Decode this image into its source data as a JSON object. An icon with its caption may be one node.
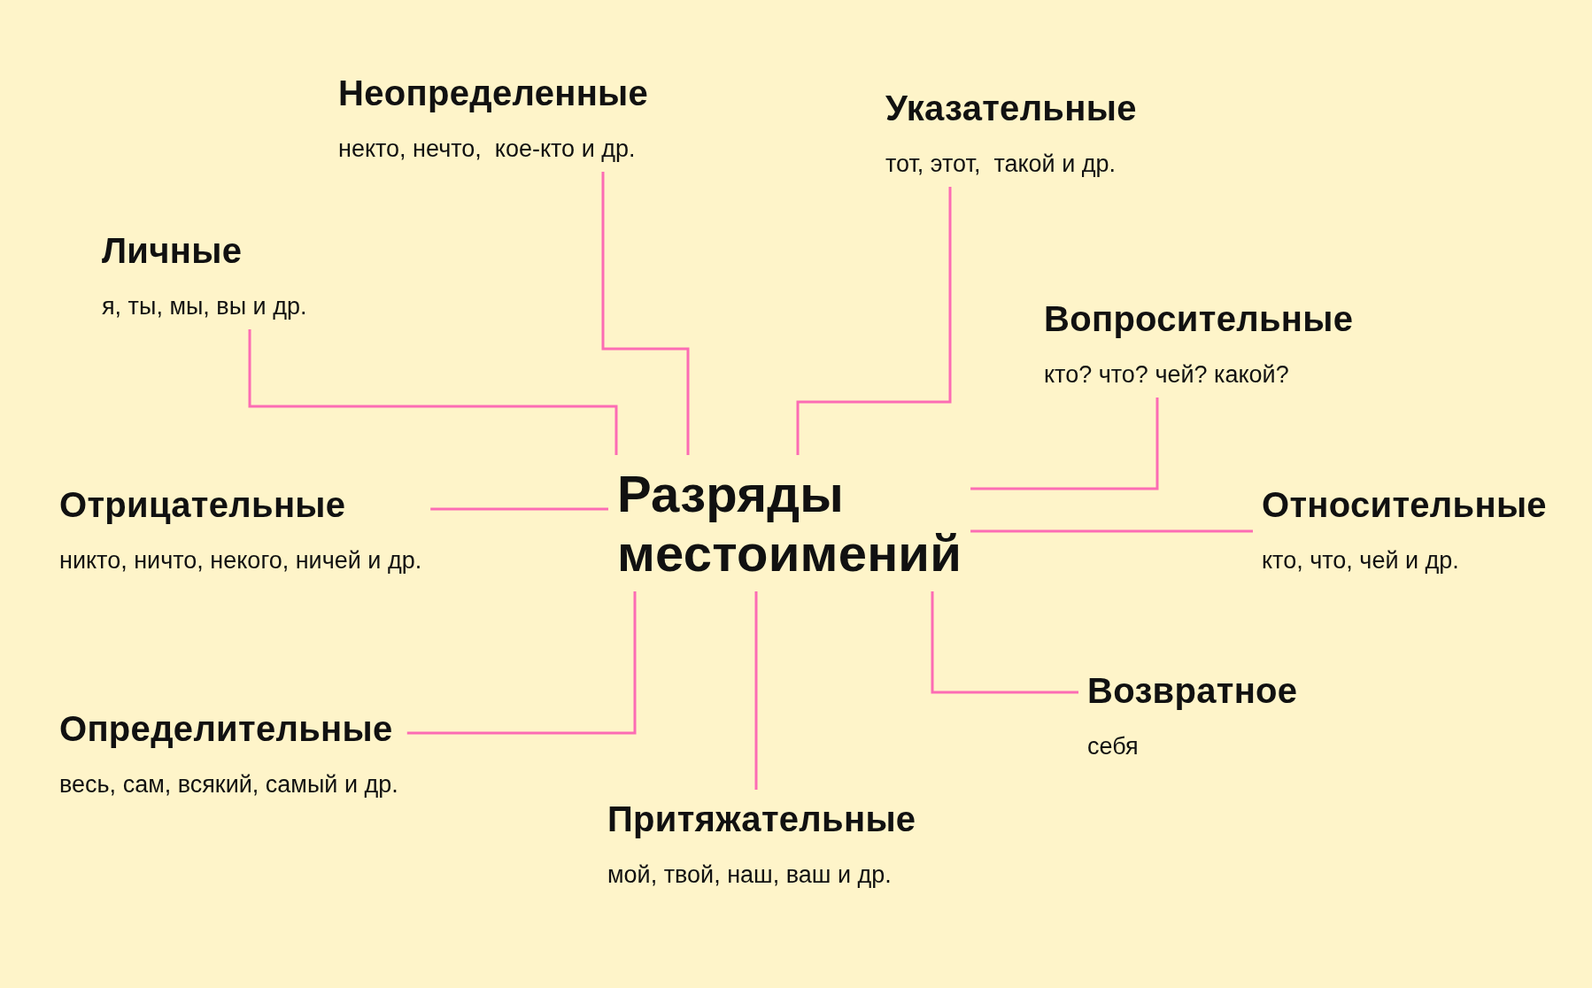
{
  "diagram": {
    "nodes": [
      {
        "text": [
          "Неопределенные",
          "некто, нечто,  кое-кто и др."
        ]
      },
      {
        "text": [
          "Указательные",
          "тот, этот,  такой и др."
        ]
      },
      {
        "text": [
          "Личные",
          "я, ты, мы, вы и др."
        ]
      },
      {
        "text": [
          "Вопросительные",
          "кто? что? чей? какой?"
        ]
      },
      {
        "text": [
          "Разряды местоимений"
        ]
      },
      {
        "text": [
          "Отрицательные",
          "никто, ничто, некого, ничей и др."
        ]
      },
      {
        "text": [
          "Относительные",
          "кто, что, чей и др."
        ]
      },
      {
        "text": [
          "Возвратное",
          "себя"
        ]
      },
      {
        "text": [
          "Определительные",
          "весь, сам, всякий, самый и др."
        ]
      },
      {
        "text": [
          "Притяжательные",
          "мой, твой, наш, ваш и др."
        ]
      }
    ],
    "edges": [
      {
        "from": 4,
        "to": 0,
        "arrow": "none"
      },
      {
        "from": 4,
        "to": 1,
        "arrow": "none"
      },
      {
        "from": 4,
        "to": 2,
        "arrow": "none"
      },
      {
        "from": 4,
        "to": 3,
        "arrow": "none"
      },
      {
        "from": 4,
        "to": 5,
        "arrow": "none"
      },
      {
        "from": 4,
        "to": 6,
        "arrow": "none"
      },
      {
        "from": 4,
        "to": 7,
        "arrow": "none"
      },
      {
        "from": 4,
        "to": 8,
        "arrow": "none"
      },
      {
        "from": 4,
        "to": 9,
        "arrow": "none"
      }
    ]
  }
}
